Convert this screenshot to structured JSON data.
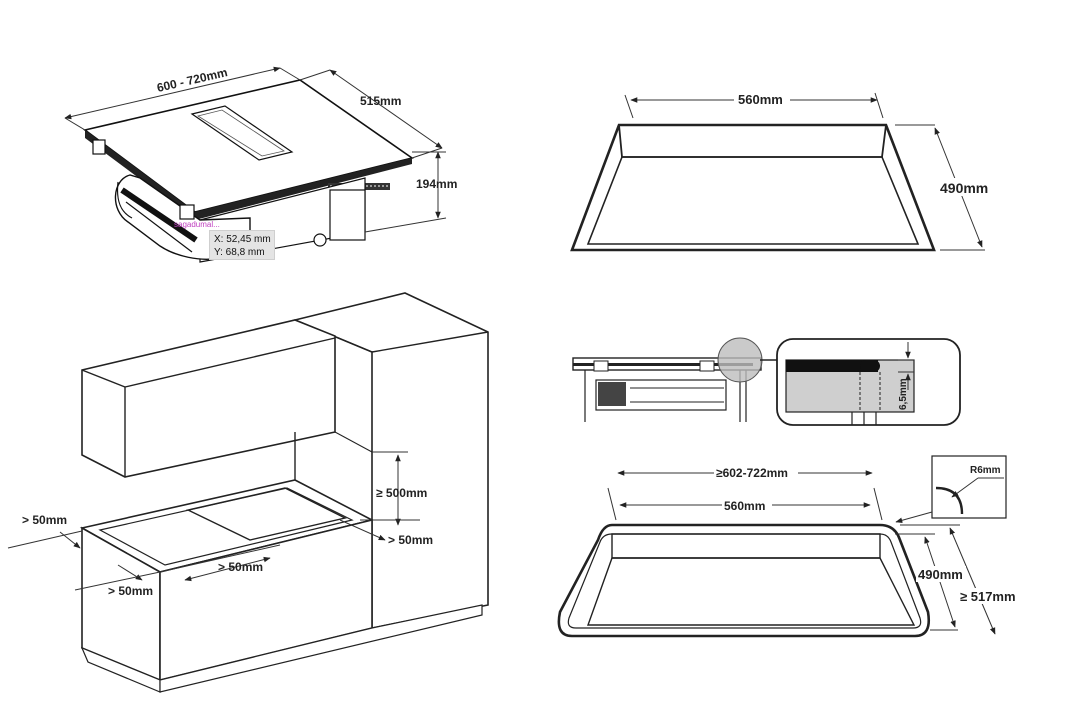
{
  "hob_view": {
    "width_label": "600 - 720mm",
    "depth_label": "515mm",
    "height_label": "194mm"
  },
  "measure_tooltip": {
    "x_label": "X: 52,45 mm",
    "y_label": "Y: 68,8 mm",
    "watermark": "sagadumal..."
  },
  "cutout_top": {
    "width_label": "560mm",
    "depth_label": "490mm"
  },
  "cabinet_view": {
    "above_hob_label": "≥ 500mm",
    "rear_clear_label": "> 50mm",
    "left_clear_label": "> 50mm",
    "side_clear_label": "> 50mm",
    "front_clear_label": "> 50mm"
  },
  "detail_view": {
    "flush_depth_label": "6,5mm"
  },
  "flush_cutout": {
    "outer_width_label": "≥602-722mm",
    "inner_width_label": "560mm",
    "inner_depth_label": "490mm",
    "outer_depth_label": "≥ 517mm",
    "radius_label": "R6mm"
  }
}
